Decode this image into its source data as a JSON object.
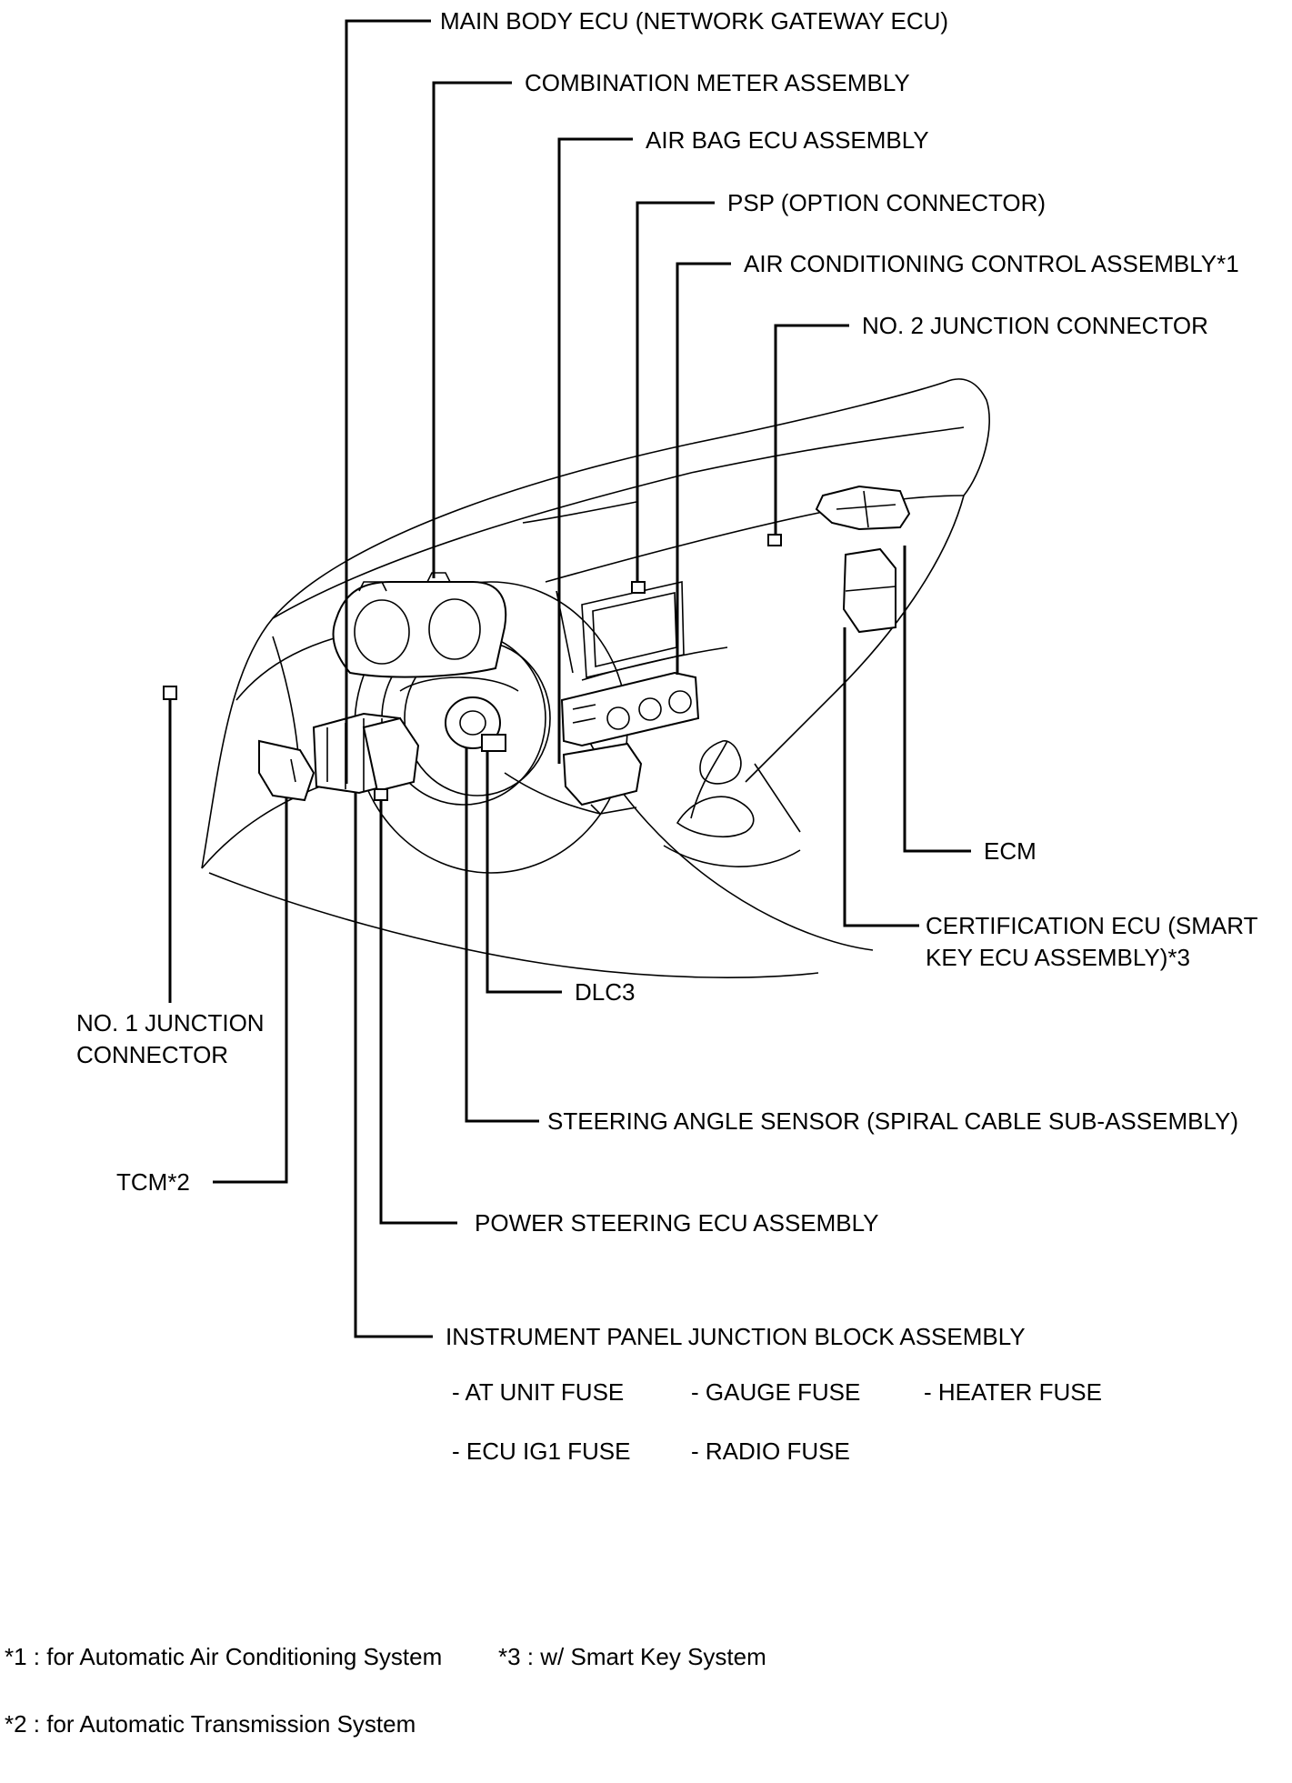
{
  "labels": {
    "main_body_ecu": "MAIN BODY ECU (NETWORK GATEWAY ECU)",
    "combination_meter": "COMBINATION METER ASSEMBLY",
    "air_bag_ecu": "AIR BAG ECU ASSEMBLY",
    "psp": "PSP (OPTION CONNECTOR)",
    "air_conditioning_control": "AIR CONDITIONING CONTROL ASSEMBLY*1",
    "no2_junction_connector": "NO. 2 JUNCTION CONNECTOR",
    "ecm": "ECM",
    "certification_ecu_line1": "CERTIFICATION ECU (SMART",
    "certification_ecu_line2": "KEY ECU ASSEMBLY)*3",
    "dlc3": "DLC3",
    "no1_junction_line1": "NO. 1 JUNCTION",
    "no1_junction_line2": "CONNECTOR",
    "steering_angle_sensor": "STEERING ANGLE SENSOR (SPIRAL CABLE SUB-ASSEMBLY)",
    "tcm": "TCM*2",
    "power_steering_ecu": "POWER STEERING ECU ASSEMBLY",
    "instrument_panel_jb": "INSTRUMENT PANEL JUNCTION BLOCK ASSEMBLY"
  },
  "fuses": [
    "- AT UNIT FUSE",
    "- GAUGE FUSE",
    "- HEATER FUSE",
    "- ECU IG1 FUSE",
    "- RADIO FUSE"
  ],
  "notes": {
    "note1": "*1 : for Automatic Air Conditioning System",
    "note3": "*3 : w/ Smart Key System",
    "note2": "*2 : for Automatic Transmission System"
  }
}
